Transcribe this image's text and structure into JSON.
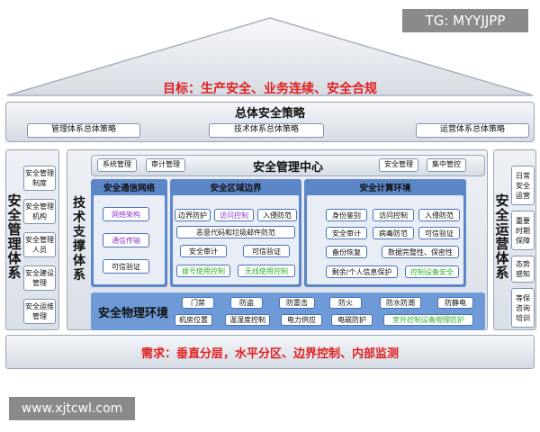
{
  "watermarks": {
    "top": "TG: MYYJJPP",
    "bottom": "www.xjtcwl.com"
  },
  "roof": {
    "goal": "目标：生产安全、业务连续、安全合规"
  },
  "strategy": {
    "title": "总体安全策略",
    "items": [
      "管理体系总体策略",
      "技术体系总体策略",
      "运营体系总体策略"
    ]
  },
  "left_pillar": {
    "title": "安全管理体系",
    "items": [
      "安全管理制度",
      "安全管理机构",
      "安全管理人员",
      "安全建设管理",
      "安全运维管理"
    ]
  },
  "right_pillar": {
    "title": "安全运营体系",
    "items": [
      "日常安全运营",
      "重要时期保障",
      "态势感知",
      "等保咨询培训"
    ]
  },
  "tech_support": {
    "title": "技术支撑体系"
  },
  "mgmt_center": {
    "title": "安全管理中心",
    "left_tags": [
      "系统管理",
      "审计管理"
    ],
    "right_tags": [
      "安全管理",
      "集中管控"
    ]
  },
  "comm_network": {
    "title": "安全通信网络",
    "items": [
      "网络架构",
      "通信传输",
      "可信验证"
    ]
  },
  "area_boundary": {
    "title": "安全区域边界",
    "row1": [
      "边界防护",
      "访问控制",
      "入侵防范"
    ],
    "row2": [
      "恶意代码和垃圾邮件防范"
    ],
    "row3": [
      "安全审计",
      "可信验证"
    ],
    "row4": [
      "拨号使用控制",
      "无线使用控制"
    ]
  },
  "compute_env": {
    "title": "安全计算环境",
    "row1": [
      "身份鉴别",
      "访问控制",
      "入侵防范"
    ],
    "row2": [
      "安全审计",
      "病毒防范",
      "可信验证"
    ],
    "row3": [
      "备份恢复",
      "数据完整性、保密性"
    ],
    "row4": [
      "剩余/个人信息保护",
      "控制设备安全"
    ]
  },
  "physical": {
    "title": "安全物理环境",
    "row1": [
      "门禁",
      "防盗",
      "防雷击",
      "防火",
      "防水防潮",
      "防静电"
    ],
    "row2": [
      "机房位置",
      "温湿度控制",
      "电力供应",
      "电磁防护",
      "室外控制设备物理防护"
    ]
  },
  "foundation": {
    "requirement": "需求：垂直分层，水平分区、边界控制、内部监测"
  },
  "colors": {
    "red": "#e02020",
    "green": "#2fae2f",
    "purple": "#8a3fc8",
    "blue_panel": "#5b86c8",
    "physical_panel": "#6f9ad8"
  }
}
